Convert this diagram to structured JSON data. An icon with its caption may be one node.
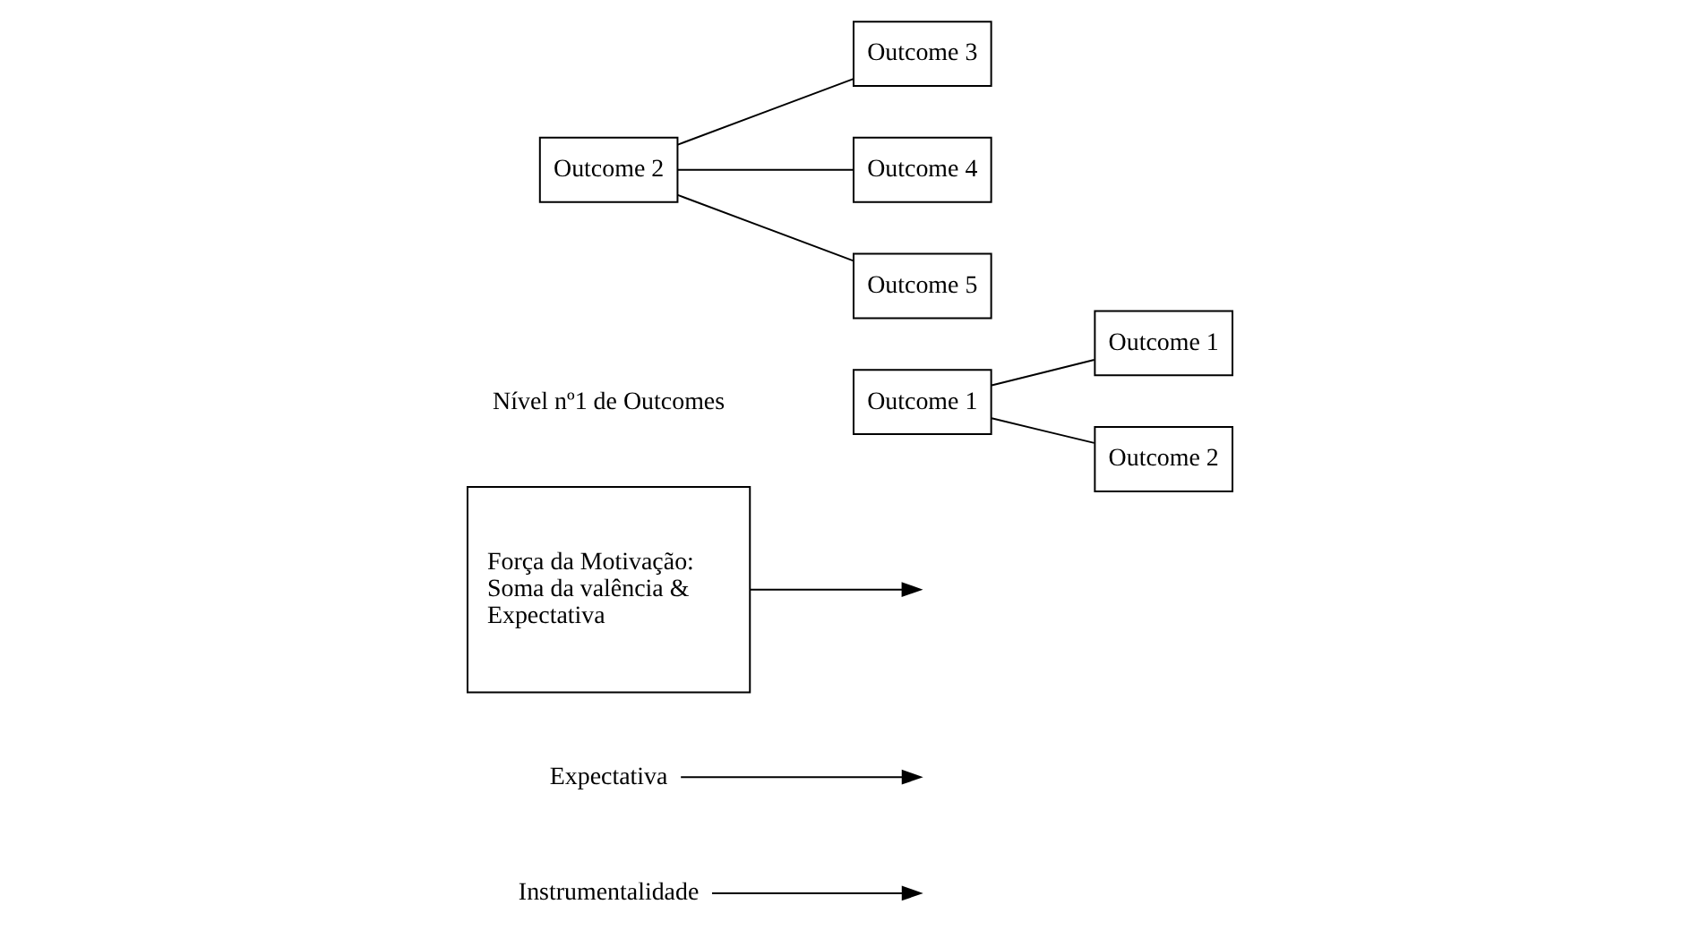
{
  "diagram": {
    "nodes": [
      {
        "text": [
          "Instrumentalidade"
        ]
      },
      {
        "text": [
          "Expectativa"
        ]
      },
      {
        "text": [
          "Força da Motivação: Soma da valência & Expectativa"
        ]
      },
      {
        "text": [
          "Outcome 1"
        ]
      },
      {
        "text": [
          "Outcome 2"
        ]
      },
      {
        "text": [
          "Outcome 1"
        ]
      },
      {
        "text": [
          "Outcome 2"
        ]
      },
      {
        "text": [
          "Outcome 3"
        ]
      },
      {
        "text": [
          "Outcome 4"
        ]
      },
      {
        "text": [
          "Outcome 5"
        ]
      }
    ],
    "edges": [
      {
        "from": 2,
        "to": null,
        "arrow": "to"
      },
      {
        "from": 1,
        "to": null,
        "arrow": "to"
      },
      {
        "from": 0,
        "to": null,
        "arrow": "to"
      },
      {
        "from": 3,
        "to": 5,
        "arrow": "none"
      },
      {
        "from": 3,
        "to": 6,
        "arrow": "none"
      },
      {
        "from": 4,
        "to": 7,
        "arrow": "none"
      },
      {
        "from": 4,
        "to": 8,
        "arrow": "none"
      },
      {
        "from": 4,
        "to": 9,
        "arrow": "none"
      }
    ],
    "labels": [
      "Nível nº1 de Outcomes"
    ]
  }
}
